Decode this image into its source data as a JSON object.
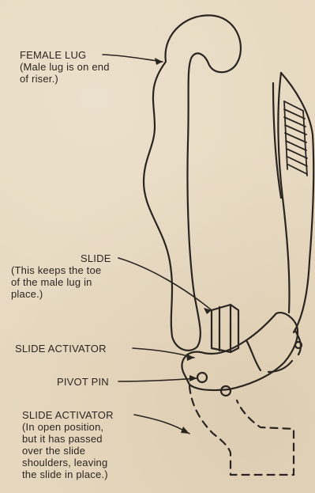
{
  "labels": {
    "female_lug": {
      "title": "FEMALE LUG",
      "note_lines": [
        "(Male lug is on end",
        "of riser.)"
      ]
    },
    "slide": {
      "title": "SLIDE",
      "note_lines": [
        "(This keeps the toe",
        "of the male lug in",
        "place.)"
      ]
    },
    "slide_activator": {
      "title": "SLIDE ACTIVATOR"
    },
    "pivot_pin": {
      "title": "PIVOT PIN"
    },
    "slide_activator_open": {
      "title": "SLIDE ACTIVATOR",
      "note_lines": [
        "(In open position,",
        "but it has passed",
        "over the slide",
        "shoulders, leaving",
        "the slide in place.)"
      ]
    }
  },
  "colors": {
    "paper": "#e7d9c0",
    "ink": "#2a2520"
  }
}
